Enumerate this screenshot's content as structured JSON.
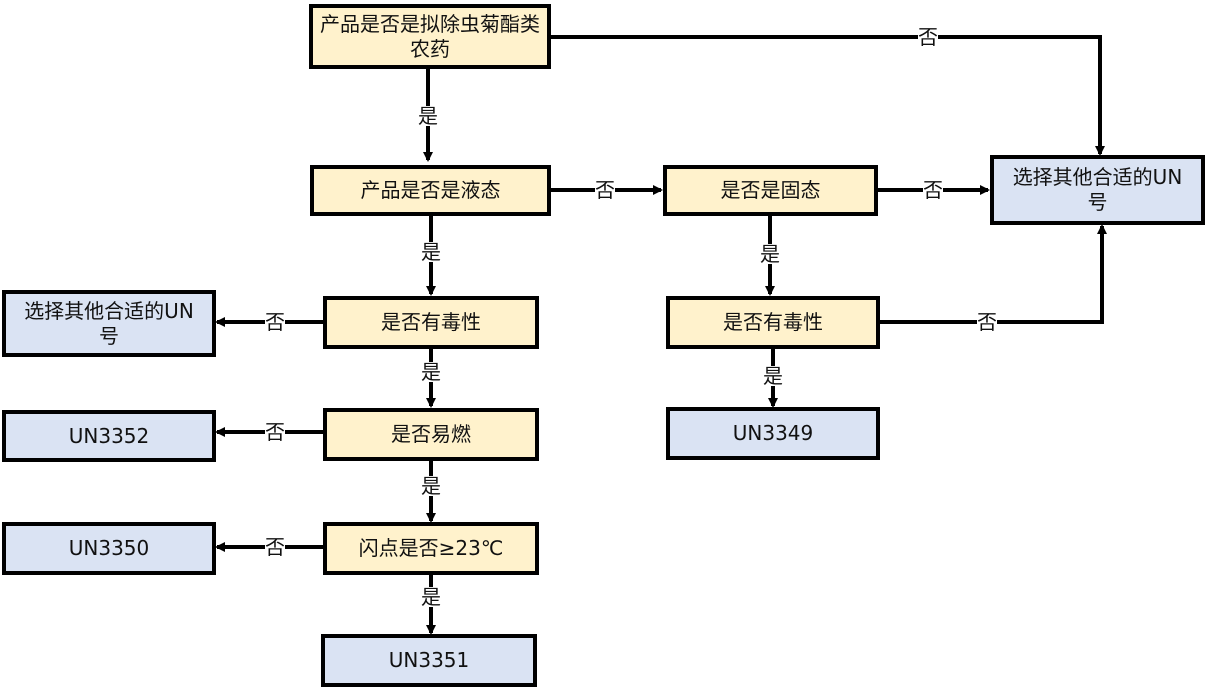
{
  "colors": {
    "decision_fill": "#fff2cc",
    "result_fill": "#dae3f3",
    "stroke": "#000000"
  },
  "nodes": {
    "q_pyrethroid": "产品是否是拟除虫菊酯类农药",
    "q_liquid": "产品是否是液态",
    "q_solid": "是否是固态",
    "q_toxic_left": "是否有毒性",
    "q_toxic_right": "是否有毒性",
    "q_flammable": "是否易燃",
    "q_flashpoint": "闪点是否≥23℃",
    "r_other_un_right": "选择其他合适的UN号",
    "r_other_un_left": "选择其他合适的UN号",
    "r_un3352": "UN3352",
    "r_un3350": "UN3350",
    "r_un3351": "UN3351",
    "r_un3349": "UN3349"
  },
  "edge_labels": {
    "yes": "是",
    "no": "否"
  }
}
